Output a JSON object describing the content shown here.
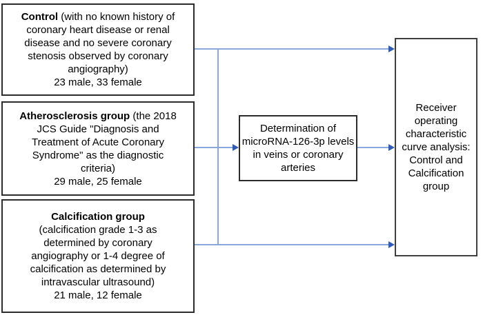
{
  "diagram": {
    "boxes": {
      "control": {
        "title": "Control",
        "body": "(with no known history of coronary heart disease or renal disease and no severe coronary stenosis observed by coronary angiography)",
        "counts": "23 male, 33 female"
      },
      "atherosclerosis": {
        "title": "Atherosclerosis group",
        "body": "(the 2018 JCS Guide \"Diagnosis and Treatment of Acute Coronary Syndrome\" as the diagnostic criteria)",
        "counts": "29 male, 25 female"
      },
      "calcification": {
        "title": "Calcification group",
        "body": "(calcification grade 1-3 as determined by coronary angiography or 1-4 degree of calcification as determined by intravascular ultrasound)",
        "counts": "21 male, 12 female"
      },
      "determination": {
        "text": "Determination of microRNA-126-3p levels in veins or coronary arteries"
      },
      "roc": {
        "text": "Receiver operating characteristic curve analysis: Control and Calcification group"
      }
    },
    "colors": {
      "connector_line": "#8aa7dc",
      "arrowhead": "#2e5cb8",
      "box_border": "#2b2b2b",
      "text": "#000000",
      "background": "#ffffff"
    }
  }
}
